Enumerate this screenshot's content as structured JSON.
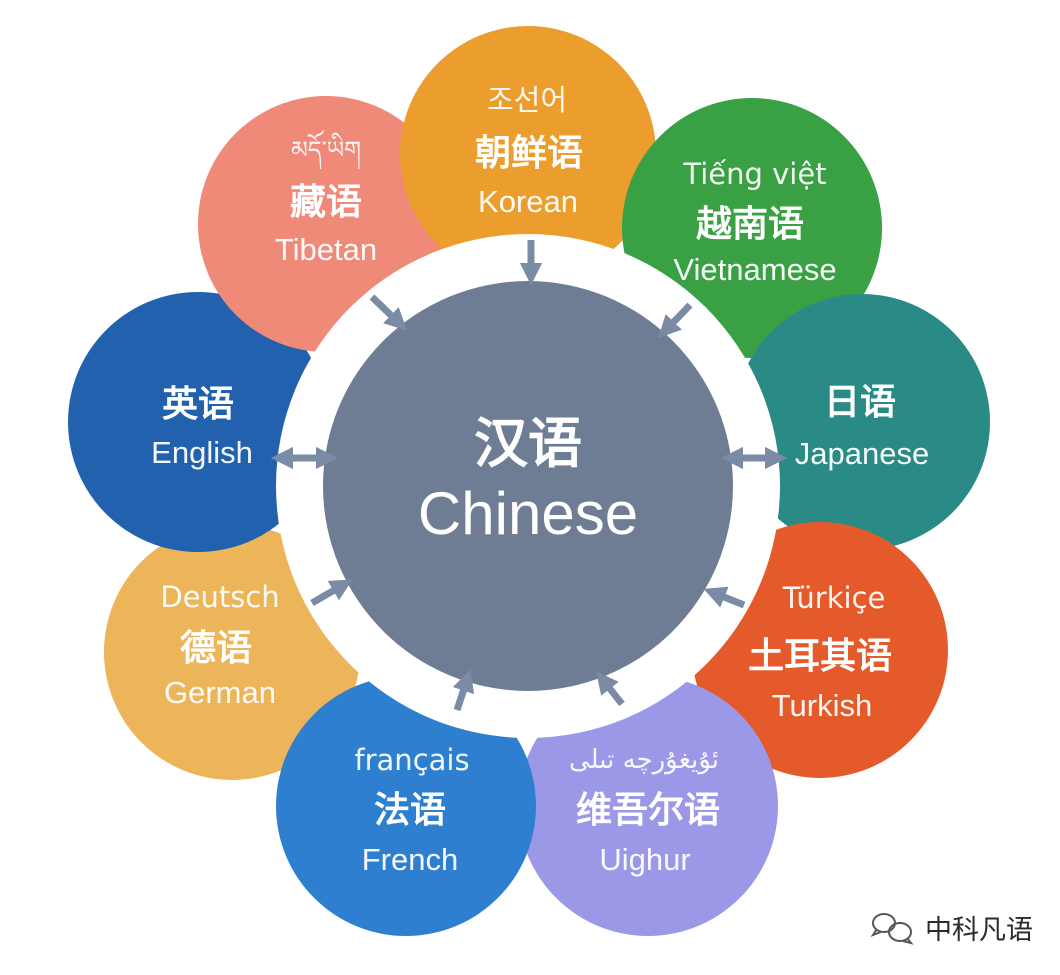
{
  "center": {
    "zh": "汉语",
    "en": "Chinese",
    "color": "#6f7d94"
  },
  "arrow_color": "#7b8aa5",
  "languages": [
    {
      "id": "korean",
      "native": "조선어",
      "zh": "朝鲜语",
      "en": "Korean",
      "color": "#eb9d2e"
    },
    {
      "id": "vietnamese",
      "native": "Tiếng việt",
      "zh": "越南语",
      "en": "Vietnamese",
      "color": "#3aa044"
    },
    {
      "id": "japanese",
      "native": "",
      "zh": "日语",
      "en": "Japanese",
      "color": "#2a8a85"
    },
    {
      "id": "turkish",
      "native": "Türkiçe",
      "zh": "土耳其语",
      "en": "Turkish",
      "color": "#e55a2b"
    },
    {
      "id": "uighur",
      "native": "ئۇيغۇرچە تىلى",
      "zh": "维吾尔语",
      "en": "Uighur",
      "color": "#9b98e8"
    },
    {
      "id": "french",
      "native": "français",
      "zh": "法语",
      "en": "French",
      "color": "#2f7fd0"
    },
    {
      "id": "german",
      "native": "Deutsch",
      "zh": "德语",
      "en": "German",
      "color": "#ecb55a"
    },
    {
      "id": "english",
      "native": "",
      "zh": "英语",
      "en": "English",
      "color": "#2261ad"
    },
    {
      "id": "tibetan",
      "native": "མདོ་ཡིག",
      "zh": "藏语",
      "en": "Tibetan",
      "color": "#ef8a78"
    }
  ],
  "watermark": {
    "text": "中科凡语",
    "icon": "chat-bubbles-icon"
  }
}
